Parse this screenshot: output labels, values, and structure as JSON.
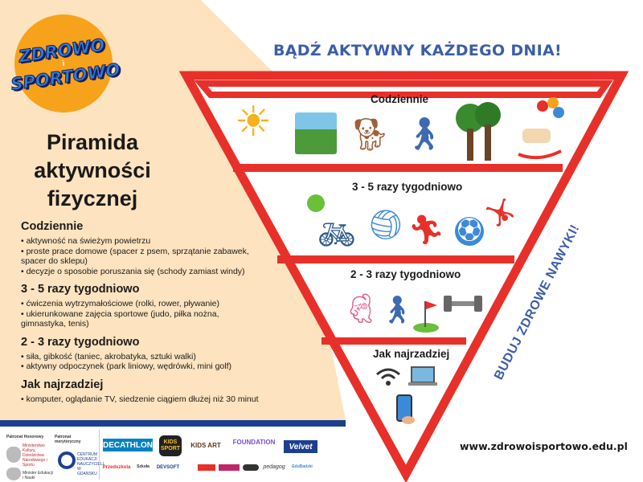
{
  "logo": {
    "line1": "ZDROWO",
    "line2": "i",
    "line3": "SPORTOWO"
  },
  "title": "Piramida aktywności fizycznej",
  "banner": "BĄDŹ AKTYWNY KAŻDEGO DNIA!",
  "side_text": "BUDUJ ZDROWE NAWYKI!",
  "pyramid": {
    "levels": [
      {
        "label": "Codziennie",
        "icons": [
          "sun-icon",
          "waterfall-landscape-icon",
          "dog-icon",
          "walking-girl-icon",
          "trees-icon",
          "rocking-horse-balloons-icon"
        ]
      },
      {
        "label": "3 - 5 razy tygodniowo",
        "icons": [
          "tennis-ball-icon",
          "bicycle-icon",
          "volleyball-player-icon",
          "running-boy-icon",
          "soccer-ball-icon",
          "cartwheel-girl-icon"
        ]
      },
      {
        "label": "2 - 3 razy tygodniowo",
        "icons": [
          "dancing-girl-icon",
          "hiking-boy-icon",
          "golf-flag-icon",
          "dumbbell-icon"
        ]
      },
      {
        "label": "Jak najrzadziej",
        "icons": [
          "wifi-icon",
          "laptop-icon",
          "smartphone-icon"
        ]
      }
    ]
  },
  "sections": [
    {
      "heading": "Codziennie",
      "items": [
        "• aktywność na świeżym powietrzu",
        "• proste prace domowe (spacer z psem, sprzątanie zabawek, spacer do sklepu)",
        "• decyzje o sposobie poruszania się (schody zamiast windy)"
      ]
    },
    {
      "heading": "3 - 5 razy tygodniowo",
      "items": [
        "• ćwiczenia wytrzymałościowe (rolki, rower, pływanie)",
        "• ukierunkowane zajęcia sportowe (judo, piłka nożna, gimnastyka, tenis)"
      ]
    },
    {
      "heading": "2 - 3 razy tygodniowo",
      "items": [
        "• siła, gibkość (taniec, akrobatyka, sztuki walki)",
        "• aktywny odpoczynek (park liniowy, wędrówki, mini golf)"
      ]
    },
    {
      "heading": "Jak najrzadziej",
      "items": [
        "• komputer, oglądanie TV, siedzenie ciągiem dłużej niż 30 minut"
      ]
    }
  ],
  "footer": {
    "patronage_honorary": "Patronat Honorowy",
    "patronage_merit": "Patronat merytoryczny",
    "ministry_culture": "Ministerstwo Kultury, Dziedzictwa Narodowego i Sportu",
    "ministry_education": "Minister Edukacji i Nauki",
    "cen": "CENTRUM EDUKACJI NAUCZYCIELI W GDAŃSKU",
    "partners_row1": [
      "DECATHLON",
      "KIDS SPORT",
      "KIDS ART",
      "FOUNDATION",
      "Velvet"
    ],
    "partners_row2": [
      "Przedszkola",
      "Szkoła",
      "DEVSOFT",
      "",
      "",
      "",
      "",
      "pedagog",
      "EduBadzki"
    ],
    "url": "www.zdrowoisportowo.edu.pl"
  },
  "colors": {
    "red": "#e8302a",
    "blue": "#3c5ea8",
    "peach": "#fde3bf",
    "navy": "#1d3f8f",
    "orange": "#f7a21b"
  }
}
